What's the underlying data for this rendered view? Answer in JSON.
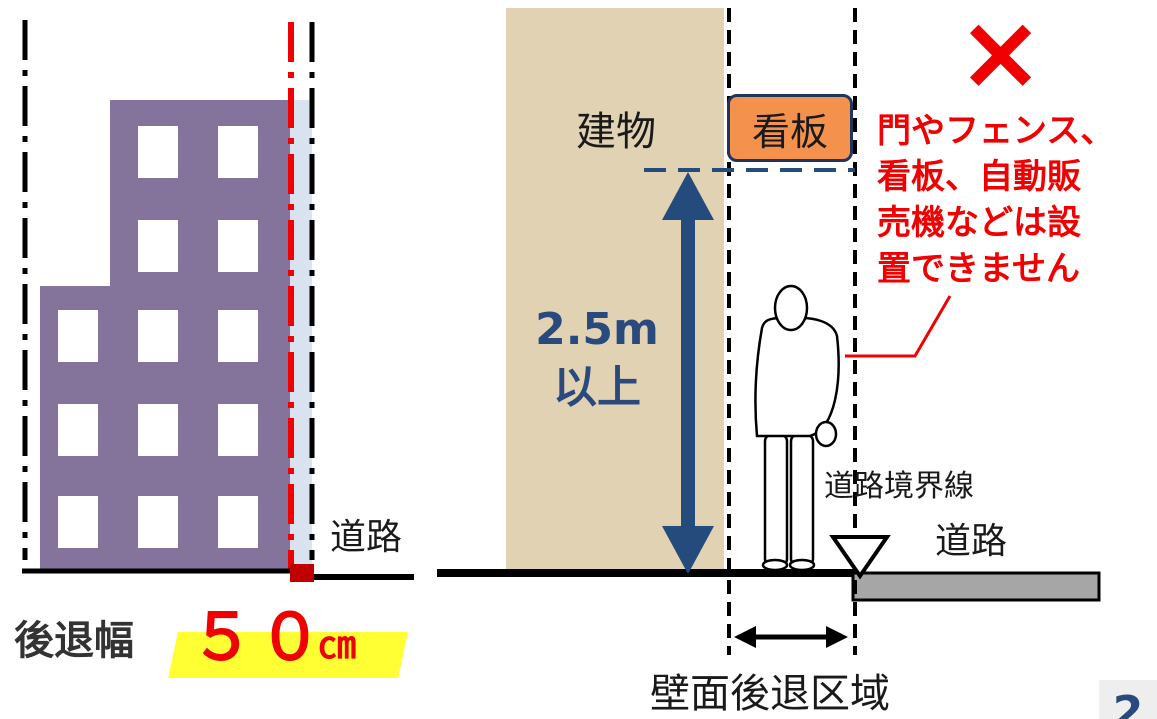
{
  "labels": {
    "building": "建物",
    "signboard": "看板",
    "height": "2.5m",
    "height_suffix": "以上",
    "road_left": "道路",
    "road_right": "道路",
    "boundary_line": "道路境界線",
    "setback_area": "壁面後退区域",
    "setback_width_label": "後退幅",
    "setback_width_value": "５０",
    "setback_width_unit": "㎝",
    "warning_lines": [
      "門やフェンス、",
      "看板、自動販",
      "売機などは設",
      "置できません"
    ],
    "warning_mark": "×",
    "page_number": "2"
  },
  "colors": {
    "building_purple": "#84749c",
    "building_tan": "#e2d2b4",
    "signboard_fill": "#f4914d",
    "height_arrow": "#254a7c",
    "warning_red": "#f00000",
    "setback_strip": "#d9e2ef",
    "road_gray": "#a6a6a6",
    "highlight_yellow": "#ffff33"
  }
}
